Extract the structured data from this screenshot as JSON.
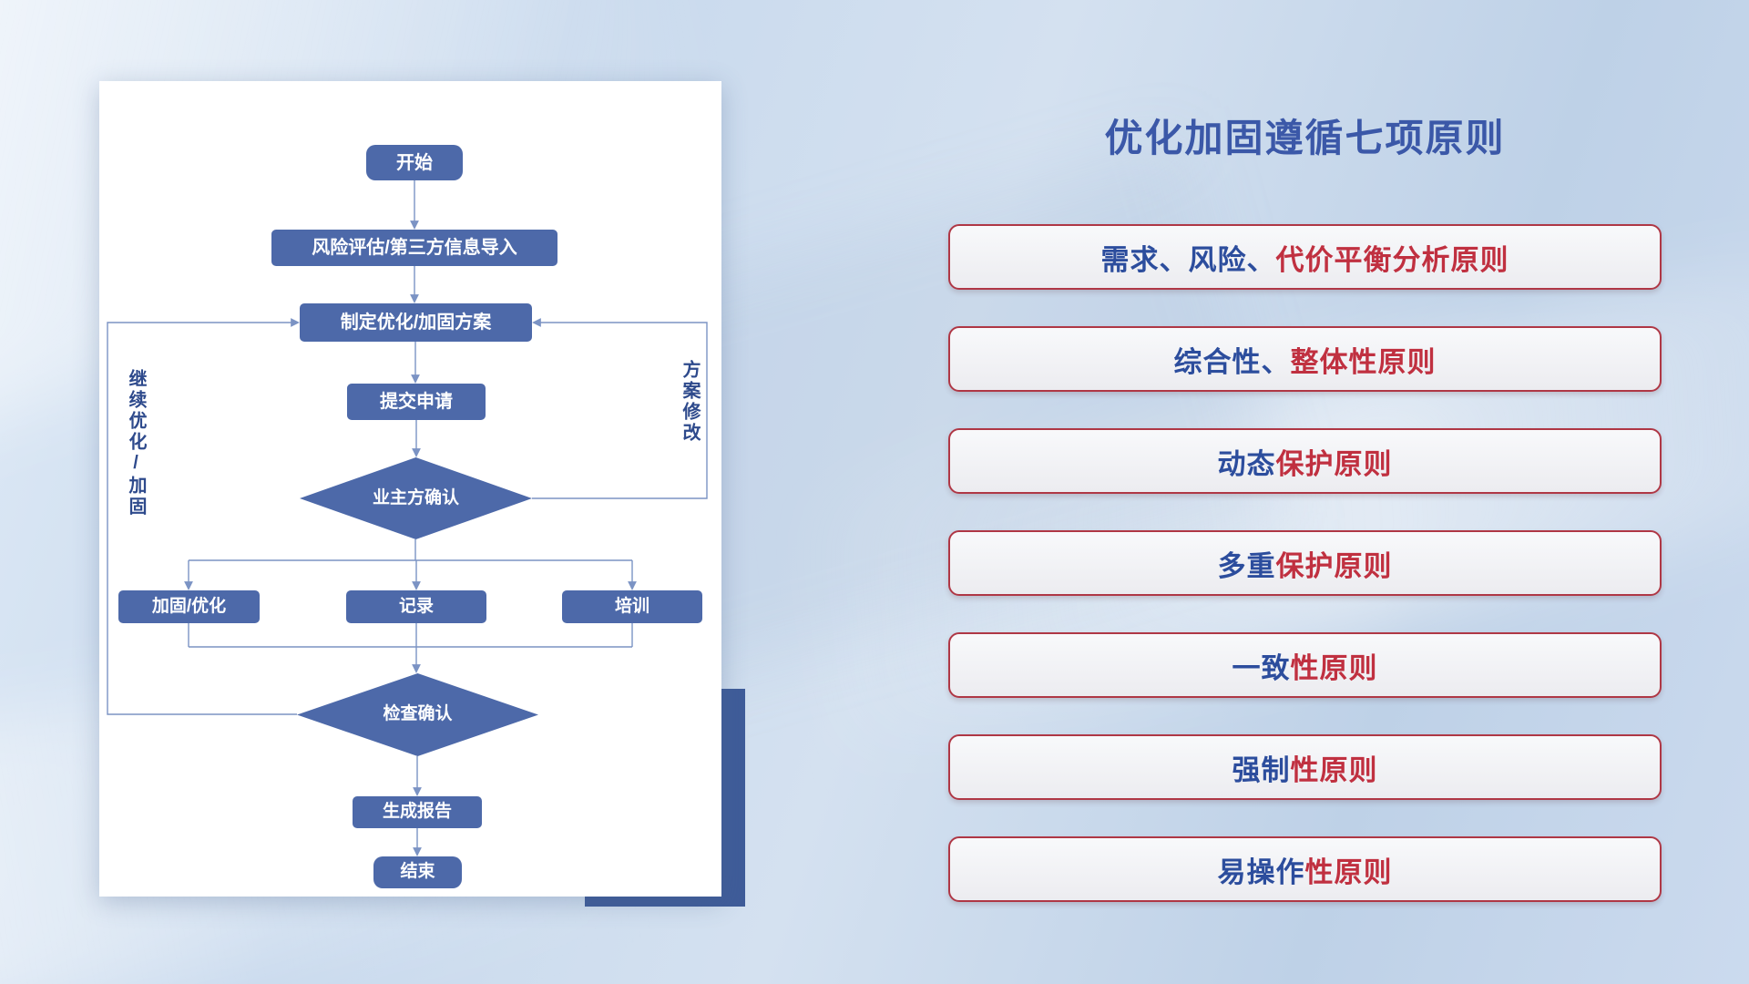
{
  "colors": {
    "node_fill": "#4d69a9",
    "connector": "#7b93c4",
    "accent_rect": "#3f5c99",
    "title_blue": "#3b58a8",
    "principle_blue": "#2c4d9d",
    "principle_red": "#c03040"
  },
  "flowchart": {
    "nodes": {
      "start": "开始",
      "risk_assess": "风险评估/第三方信息导入",
      "make_plan": "制定优化/加固方案",
      "submit": "提交申请",
      "owner_confirm": "业主方确认",
      "reinforce": "加固/优化",
      "record": "记录",
      "training": "培训",
      "check_confirm": "检查确认",
      "report": "生成报告",
      "end": "结束"
    },
    "labels": {
      "left_loop": "继续优化/加固",
      "right_loop": "方案修改"
    }
  },
  "panel": {
    "title": "优化加固遵循七项原则",
    "principles": [
      {
        "lead": "需求、风险、",
        "rest": "代价平衡分析原则"
      },
      {
        "lead": "综合性、",
        "rest": "整体性原则"
      },
      {
        "lead": "动态",
        "rest": "保护原则"
      },
      {
        "lead": "多重",
        "rest": "保护原则"
      },
      {
        "lead": "一致",
        "rest": "性原则"
      },
      {
        "lead": "强制",
        "rest": "性原则"
      },
      {
        "lead": "易操作",
        "rest": "性原则"
      }
    ]
  }
}
